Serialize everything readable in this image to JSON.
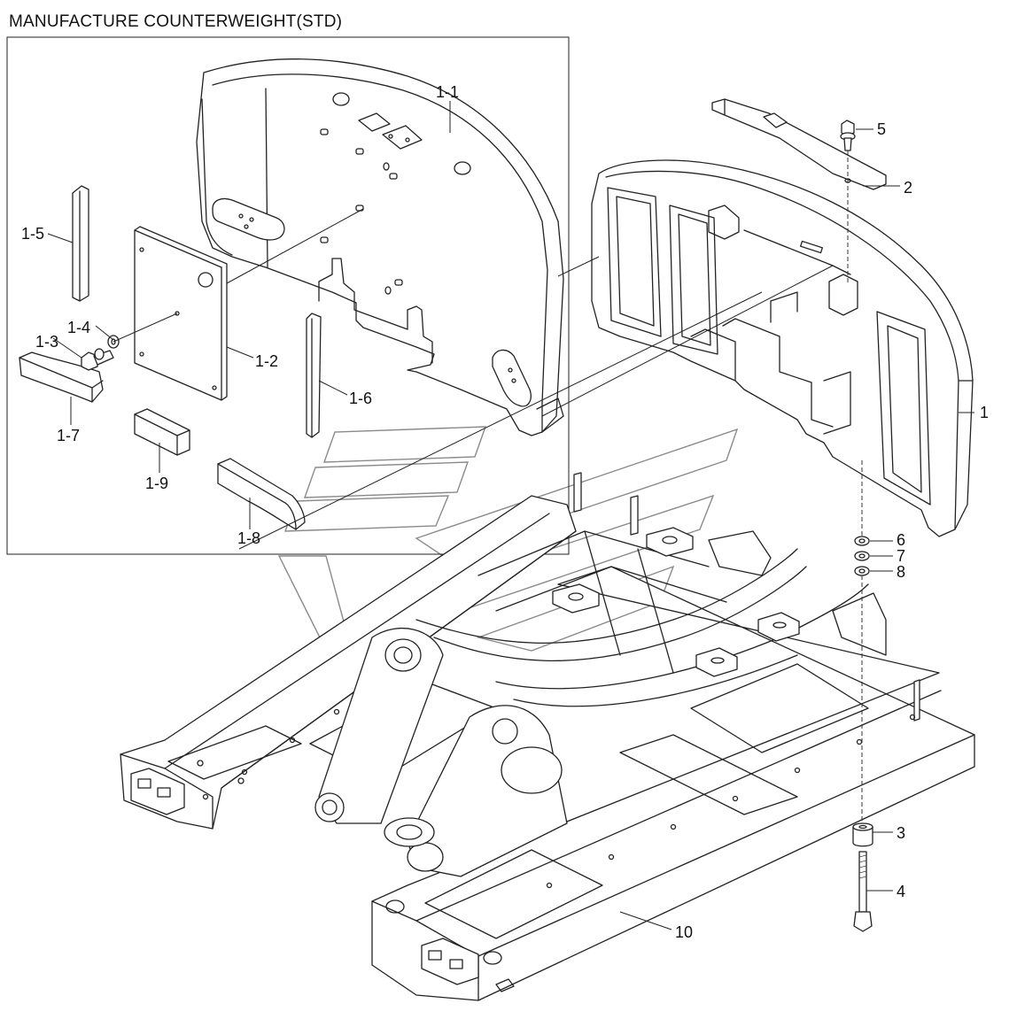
{
  "title": "MANUFACTURE COUNTERWEIGHT(STD)",
  "callouts": {
    "p1_1": "1-1",
    "p1_2": "1-2",
    "p1_3": "1-3",
    "p1_4": "1-4",
    "p1_5": "1-5",
    "p1_6": "1-6",
    "p1_7": "1-7",
    "p1_8": "1-8",
    "p1_9": "1-9",
    "p1": "1",
    "p2": "2",
    "p3": "3",
    "p4": "4",
    "p5": "5",
    "p6": "6",
    "p7": "7",
    "p8": "8",
    "p10": "10"
  }
}
